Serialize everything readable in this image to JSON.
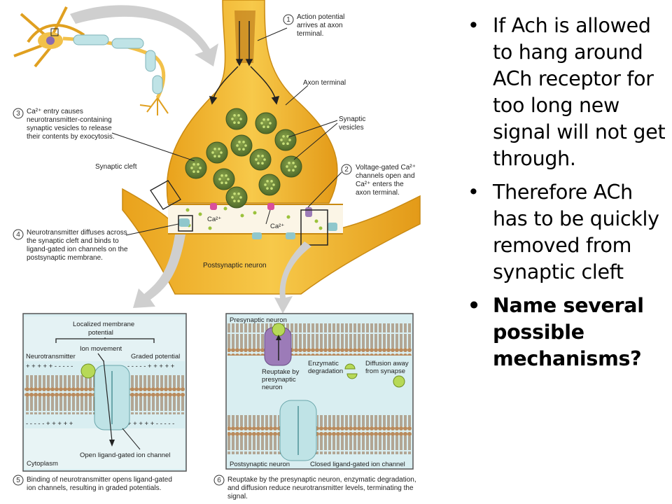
{
  "figure": {
    "step1": {
      "num": "1",
      "lines": [
        "Action potential",
        "arrives at axon",
        "terminal."
      ]
    },
    "axon_terminal_label": "Axon terminal",
    "synaptic_vesicles_label": [
      "Synaptic",
      "vesicles"
    ],
    "step3": {
      "num": "3",
      "lines": [
        "Ca²⁺ entry causes",
        "neurotransmitter-containing",
        "synaptic vesicles to release",
        "their contents by exocytosis."
      ]
    },
    "synaptic_cleft_label": "Synaptic cleft",
    "step2": {
      "num": "2",
      "lines": [
        "Voltage-gated Ca²⁺",
        "channels open and",
        "Ca²⁺ enters the",
        "axon terminal."
      ]
    },
    "ca_label": "Ca²⁺",
    "step4": {
      "num": "4",
      "lines": [
        "Neurotransmitter diffuses across",
        "the synaptic cleft and binds to",
        "ligand-gated ion channels on the",
        "postsynaptic membrane."
      ]
    },
    "postsynaptic_neuron_label": "Postsynaptic neuron",
    "panel_left": {
      "localized_potential": [
        "Localized membrane",
        "potential"
      ],
      "ion_movement": "Ion movement",
      "neurotransmitter": "Neurotransmitter",
      "graded_potential": "Graded potential",
      "charges_top_left": "+ + + + + - - - - -",
      "charges_top_right": "- - - - - + + + + +",
      "charges_bottom_left": "- - - - - + + + + +",
      "charges_bottom_right": "+ + + + + - - - - -",
      "open_channel": "Open ligand-gated ion channel",
      "cytoplasm": "Cytoplasm"
    },
    "panel_right": {
      "presynaptic": "Presynaptic neuron",
      "reuptake": [
        "Reuptake by",
        "presynaptic",
        "neuron"
      ],
      "enzymatic": [
        "Enzymatic",
        "degradation"
      ],
      "diffusion": [
        "Diffusion away",
        "from synapse"
      ],
      "postsynaptic": "Postsynaptic neuron",
      "closed_channel": "Closed ligand-gated ion channel"
    },
    "step5": {
      "num": "5",
      "lines": [
        "Binding of neurotransmitter opens ligand-gated",
        "ion channels, resulting in graded potentials."
      ]
    },
    "step6": {
      "num": "6",
      "lines": [
        "Reuptake by the presynaptic neuron, enzymatic degradation,",
        "and diffusion reduce neurotransmitter levels, terminating the",
        "signal."
      ]
    }
  },
  "bullets": [
    {
      "text": "If Ach is allowed to hang around ACh receptor for too long new signal will not get through.",
      "bold": false
    },
    {
      "text": "Therefore ACh has to be quickly removed from synaptic cleft",
      "bold": false
    },
    {
      "text": "Name several possible mechanisms?",
      "bold": true
    }
  ],
  "bullet_glyph": "•",
  "colors": {
    "neuron": "#f0b428",
    "vesicle": "#6e8c3a",
    "membrane": "#c9a27a",
    "channel": "#bfe3e6",
    "reuptake": "#9c7bb8"
  }
}
